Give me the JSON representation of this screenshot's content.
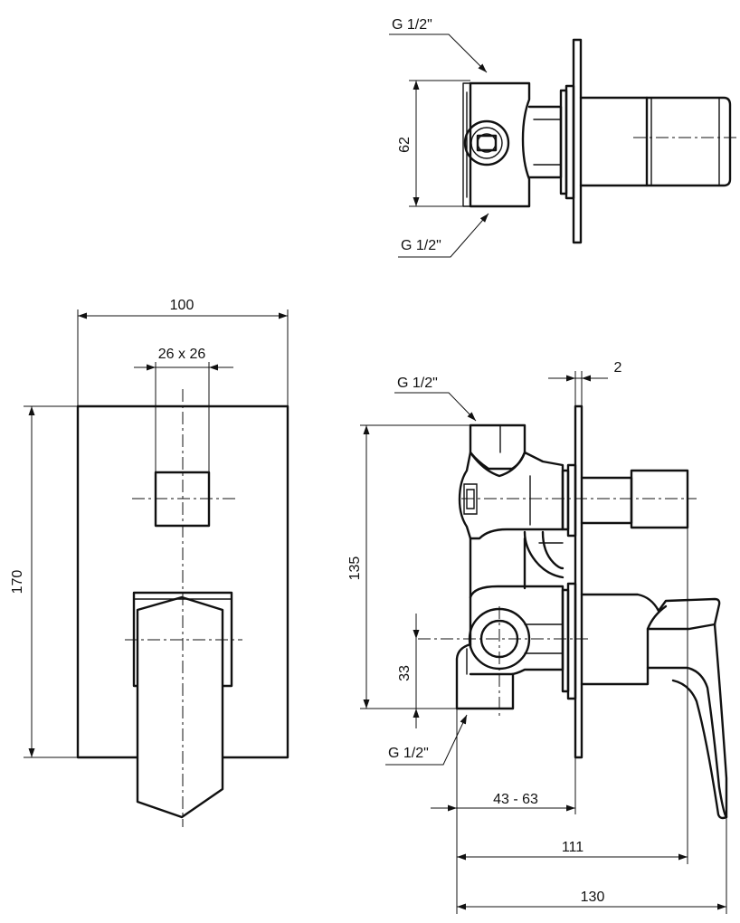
{
  "drawing": {
    "dimensions": {
      "top_thread_upper": "G 1/2\"",
      "top_thread_lower": "G 1/2\"",
      "top_height": "62",
      "front_width": "100",
      "front_square": "26 x 26",
      "front_height": "170",
      "side_thread_top": "G 1/2\"",
      "side_plate": "2",
      "side_height": "135",
      "side_outlet": "33",
      "side_thread_bottom": "G 1/2\"",
      "side_depth_range": "43 - 63",
      "side_depth_body": "111",
      "side_depth_total": "130"
    }
  }
}
